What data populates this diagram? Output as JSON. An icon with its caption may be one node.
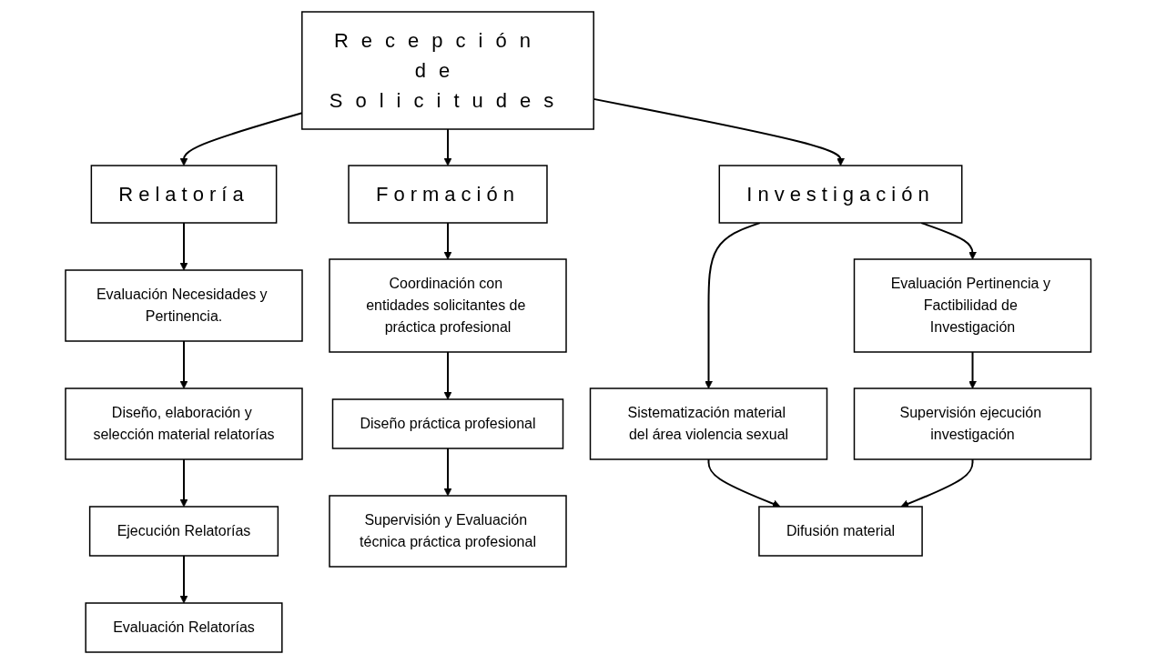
{
  "diagram": {
    "nodes": [
      {
        "text": [
          "Recepción de Solicitudes"
        ]
      },
      {
        "text": [
          "Relatoría"
        ]
      },
      {
        "text": [
          "Formación"
        ]
      },
      {
        "text": [
          "Investigación"
        ]
      },
      {
        "text": [
          "Evaluación Necesidades y Pertinencia."
        ]
      },
      {
        "text": [
          "Diseño, elaboración y selección material relatorías"
        ]
      },
      {
        "text": [
          "Ejecución Relatorías"
        ]
      },
      {
        "text": [
          "Evaluación Relatorías"
        ]
      },
      {
        "text": [
          "Coordinación con entidades solicitantes de práctica profesional"
        ]
      },
      {
        "text": [
          "Diseño práctica profesional"
        ]
      },
      {
        "text": [
          "Supervisión y Evaluación técnica práctica profesional"
        ]
      },
      {
        "text": [
          "Evaluación Pertinencia y Factibilidad de Investigación"
        ]
      },
      {
        "text": [
          "Sistematización material del área violencia sexual"
        ]
      },
      {
        "text": [
          "Supervisión ejecución investigación"
        ]
      },
      {
        "text": [
          "Difusión material"
        ]
      }
    ],
    "edges": [
      {
        "from": 0,
        "to": 1,
        "arrow": "to"
      },
      {
        "from": 0,
        "to": 2,
        "arrow": "to"
      },
      {
        "from": 0,
        "to": 3,
        "arrow": "to"
      },
      {
        "from": 1,
        "to": 4,
        "arrow": "to"
      },
      {
        "from": 4,
        "to": 5,
        "arrow": "to"
      },
      {
        "from": 5,
        "to": 6,
        "arrow": "to"
      },
      {
        "from": 6,
        "to": 7,
        "arrow": "to"
      },
      {
        "from": 2,
        "to": 8,
        "arrow": "to"
      },
      {
        "from": 8,
        "to": 9,
        "arrow": "to"
      },
      {
        "from": 9,
        "to": 10,
        "arrow": "to"
      },
      {
        "from": 3,
        "to": 11,
        "arrow": "to"
      },
      {
        "from": 3,
        "to": 12,
        "arrow": "to"
      },
      {
        "from": 11,
        "to": 13,
        "arrow": "to"
      },
      {
        "from": 12,
        "to": 14,
        "arrow": "to"
      },
      {
        "from": 13,
        "to": 14,
        "arrow": "to"
      }
    ]
  }
}
